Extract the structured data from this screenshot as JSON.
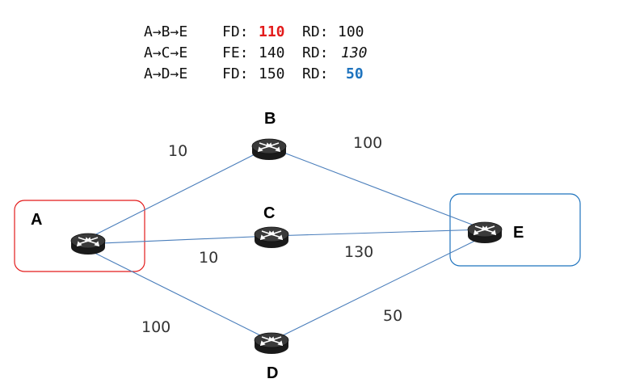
{
  "routes": [
    {
      "path": "A→B→E",
      "m1": "FD:",
      "v1": "110",
      "m2": "RD:",
      "v2": "100"
    },
    {
      "path": "A→C→E",
      "m1": "FE:",
      "v1": "140",
      "m2": "RD:",
      "v2": "130"
    },
    {
      "path": "A→D→E",
      "m1": "FD:",
      "v1": "150",
      "m2": "RD:",
      "v2": "50"
    }
  ],
  "colors": {
    "successor_box": "#e31b1b",
    "destination_box": "#1e73be",
    "link": "#4a7ebb",
    "highlight_red": "#e31b1b",
    "highlight_blue": "#1e73be"
  },
  "nodes": {
    "A": "A",
    "B": "B",
    "C": "C",
    "D": "D",
    "E": "E"
  },
  "edges": {
    "ab": "10",
    "be": "100",
    "ac": "10",
    "ce": "130",
    "ad": "100",
    "de": "50"
  }
}
